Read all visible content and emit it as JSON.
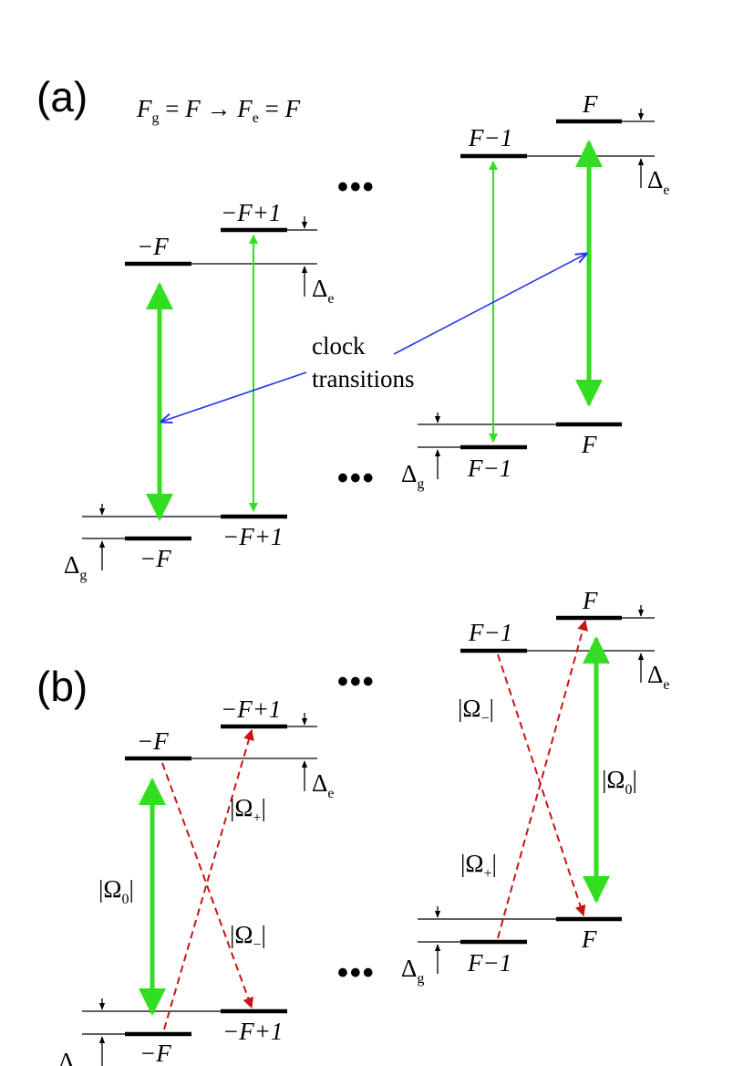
{
  "colors": {
    "clock_transition": "#33dd22",
    "sideband_transition": "#c81414",
    "pointer": "#2233ee",
    "level": "#000000"
  },
  "panel_a": {
    "panel_label": "(a)",
    "formula": {
      "Fg": "F",
      "g": "g",
      "eq1": " = ",
      "F1": "F",
      "arrow": " → ",
      "Fe": "F",
      "e": "e",
      "eq2": " = ",
      "F2": "F"
    },
    "levels": {
      "excited_minus_F": "−F",
      "excited_minus_F_plus_1": "−F+1",
      "excited_F_minus_1": "F−1",
      "excited_F": "F",
      "ground_minus_F": "−F",
      "ground_minus_F_plus_1": "−F+1",
      "ground_F_minus_1": "F−1",
      "ground_F": "F"
    },
    "delta": "Δ",
    "delta_e_sub": "e",
    "delta_g_sub": "g",
    "ellipsis": "•••",
    "annotation_line1": "clock",
    "annotation_line2": "transitions"
  },
  "panel_b": {
    "panel_label": "(b)",
    "levels": {
      "excited_minus_F": "−F",
      "excited_minus_F_plus_1": "−F+1",
      "excited_F_minus_1": "F−1",
      "excited_F": "F",
      "ground_minus_F": "−F",
      "ground_minus_F_plus_1": "−F+1",
      "ground_F_minus_1": "F−1",
      "ground_F": "F"
    },
    "delta": "Δ",
    "delta_e_sub": "e",
    "delta_g_sub": "g",
    "ellipsis": "•••",
    "rabi": {
      "omega0": {
        "bar": "|",
        "omega": "Ω",
        "sub": "0"
      },
      "omega_plus": {
        "bar": "|",
        "omega": "Ω",
        "sub": "+"
      },
      "omega_minus": {
        "bar": "|",
        "omega": "Ω",
        "sub": "−"
      }
    }
  }
}
